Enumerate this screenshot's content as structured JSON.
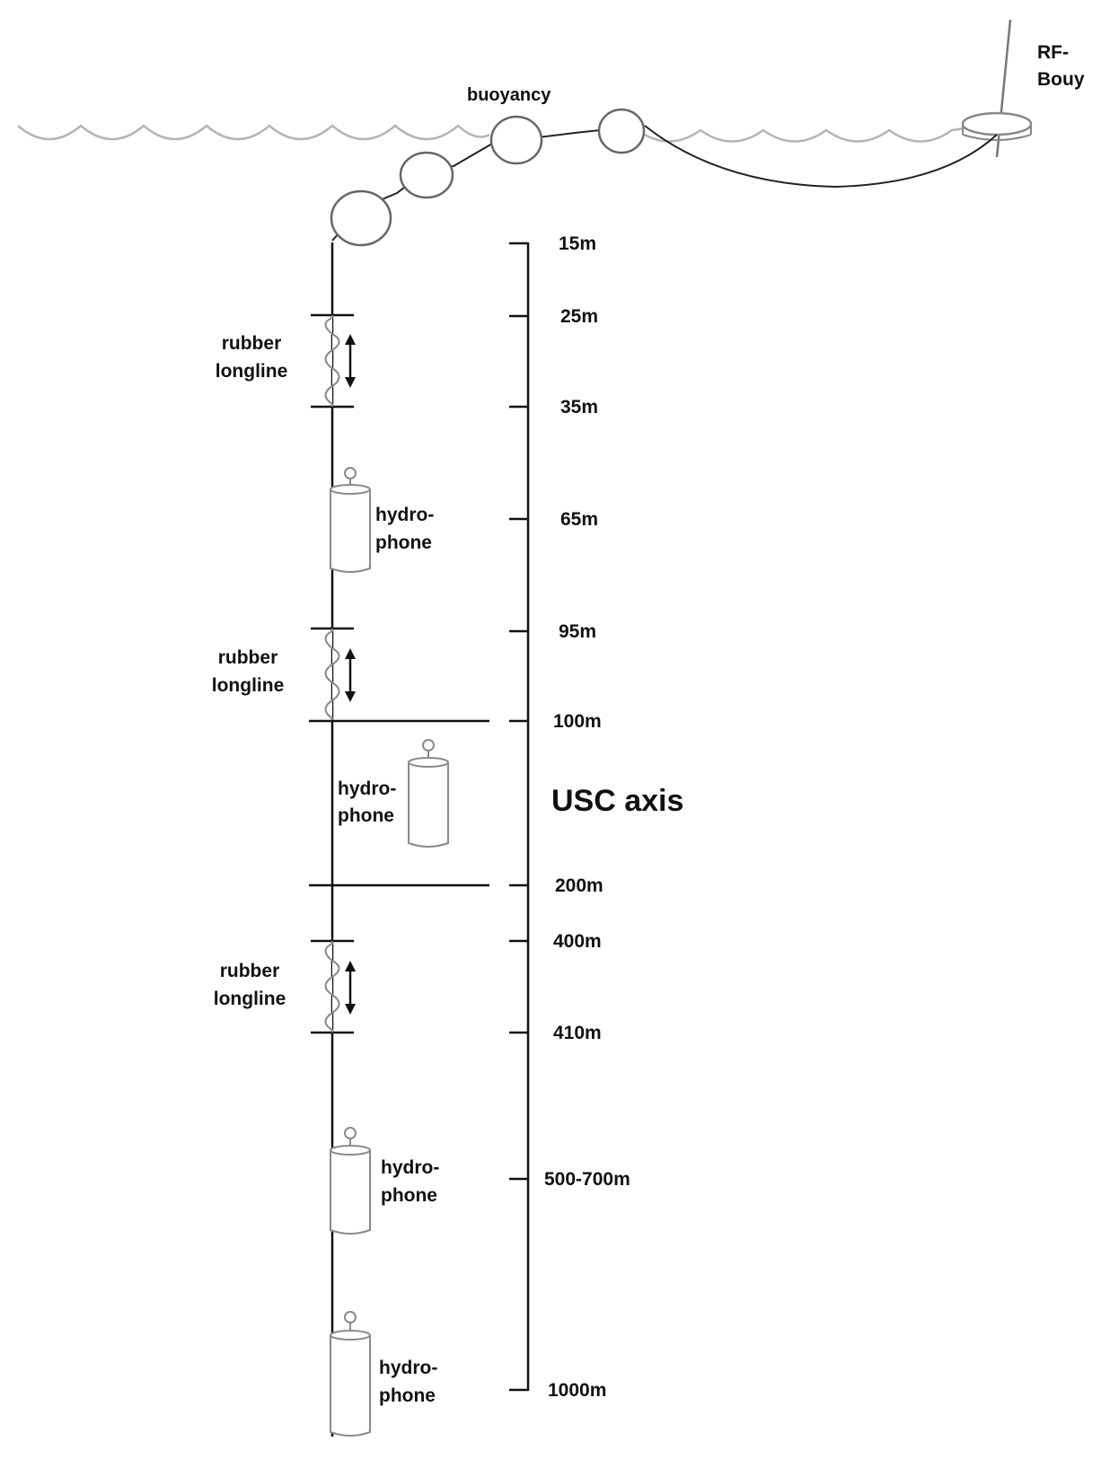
{
  "labels": {
    "buoyancy": "buoyancy",
    "rf_buoy_line1": "RF-",
    "rf_buoy_line2": "Bouy",
    "rubber_line1": "rubber",
    "rubber_line2": "longline",
    "hydro_line1": "hydro-",
    "hydro_line2": "phone",
    "usc_axis": "USC axis"
  },
  "depth_scale": {
    "ticks": [
      "15m",
      "25m",
      "35m",
      "65m",
      "95m",
      "100m",
      "200m",
      "400m",
      "410m",
      "500-700m",
      "1000m"
    ]
  },
  "colors": {
    "ink": "#111111",
    "sea_surface": "#b5b5b5",
    "float_stroke": "#666666",
    "instrument_stroke": "#8a8a8a"
  }
}
